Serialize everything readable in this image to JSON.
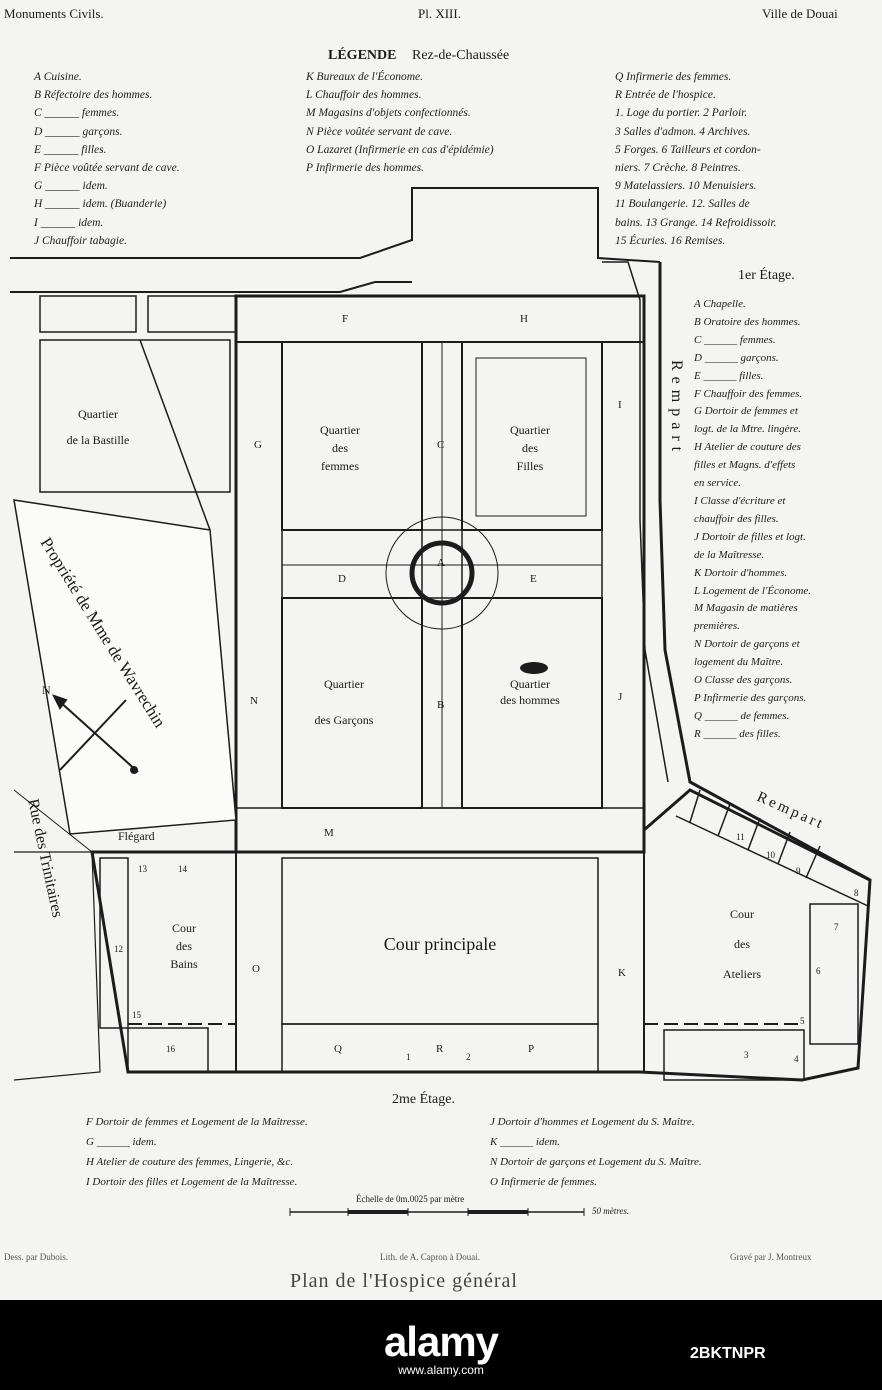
{
  "header": {
    "left": "Monuments Civils.",
    "center": "Pl. XIII.",
    "right": "Ville de Douai"
  },
  "legend": {
    "title": "LÉGENDE",
    "subtitle": "Rez-de-Chaussée",
    "col1": [
      "A  Cuisine.",
      "B  Réfectoire des hommes.",
      "C  ______ femmes.",
      "D  ______ garçons.",
      "E  ______ filles.",
      "F  Pièce voûtée servant de cave.",
      "G  ______ idem.",
      "H  ______ idem. (Buanderie)",
      "I  ______ idem.",
      "J  Chauffoir tabagie."
    ],
    "col2": [
      "K  Bureaux de l'Économe.",
      "L  Chauffoir des hommes.",
      "M  Magasins d'objets confectionnés.",
      "N  Pièce voûtée servant de cave.",
      "O  Lazaret (Infirmerie en cas d'épidémie)",
      "P  Infirmerie des hommes."
    ],
    "col3": [
      "Q  Infirmerie des femmes.",
      "R  Entrée de l'hospice.",
      "1. Loge du portier. 2 Parloir.",
      "3 Salles d'admon. 4 Archives.",
      "5 Forges. 6 Tailleurs et cordon-",
      "niers. 7 Crèche. 8 Peintres.",
      "9 Matelassiers. 10 Menuisiers.",
      "11 Boulangerie. 12. Salles de",
      "bains. 13 Grange. 14 Refroidissoir.",
      "15 Écuries. 16 Remises."
    ]
  },
  "first_floor": {
    "title": "1er Étage.",
    "items": [
      "A  Chapelle.",
      "B  Oratoire des hommes.",
      "C  ______ femmes.",
      "D  ______ garçons.",
      "E  ______ filles.",
      "F  Chauffoir des femmes.",
      "G  Dortoir de femmes et",
      "    logt. de la Mtre. lingère.",
      "H  Atelier de couture des",
      "    filles et Magns. d'effets",
      "    en service.",
      "I  Classe d'écriture et",
      "    chauffoir des filles.",
      "J  Dortoir de filles et logt.",
      "    de la Maîtresse.",
      "K  Dortoir d'hommes.",
      "L  Logement de l'Économe.",
      "M  Magasin de matières",
      "    premières.",
      "N  Dortoir de garçons et",
      "    logement du Maître.",
      "O  Classe des garçons.",
      "P  Infirmerie des garçons.",
      "Q  ______ de femmes.",
      "R  ______ des filles."
    ]
  },
  "second_floor": {
    "title": "2me Étage.",
    "left": [
      "F  Dortoir de femmes et Logement de la Maîtresse.",
      "G  ______ idem.",
      "H  Atelier de couture des femmes, Lingerie, &c.",
      "I  Dortoir des filles et Logement de la Maîtresse."
    ],
    "right": [
      "J  Dortoir d'hommes et Logement du S. Maître.",
      "K  ______ idem.",
      "N  Dortoir de garçons et Logement du S. Maître.",
      "O  Infirmerie de femmes."
    ]
  },
  "map_labels": {
    "quartier_femmes": [
      "Quartier",
      "des",
      "femmes"
    ],
    "quartier_filles": [
      "Quartier",
      "des",
      "Filles"
    ],
    "quartier_garcons": [
      "Quartier",
      "des Garçons"
    ],
    "quartier_hommes": [
      "Quartier",
      "des hommes"
    ],
    "quartier_bastille": [
      "Quartier",
      "de la Bastille"
    ],
    "propriete": "Propriété de Mme de Wavrechin",
    "rue": "Rue des Trinitaires",
    "flegard": "Flégard",
    "cour_principale": "Cour principale",
    "cour_bains": [
      "Cour",
      "des",
      "Bains"
    ],
    "cour_ateliers": [
      "Cour",
      "des",
      "Ateliers"
    ],
    "rempart_v": "Rempart",
    "rempart_d": "Rempart",
    "room_letters": [
      "A",
      "B",
      "C",
      "D",
      "E",
      "F",
      "G",
      "H",
      "I",
      "J",
      "K",
      "M",
      "N",
      "O",
      "P",
      "Q",
      "R"
    ],
    "room_numbers": [
      "1",
      "2",
      "3",
      "4",
      "5",
      "6",
      "7",
      "8",
      "9",
      "10",
      "11",
      "12",
      "13",
      "14",
      "15",
      "16"
    ]
  },
  "scale_caption": "Échelle de 0m.0025 par mètre",
  "scale_unit": "50 mètres.",
  "credits": {
    "left": "Dess. par Dubois.",
    "center": "Lith. de A. Capron à Douai.",
    "right": "Gravé par J. Montreux"
  },
  "plan_title": "Plan de l'Hospice général",
  "watermark": {
    "brand": "alamy",
    "url": "www.alamy.com",
    "id": "2BKTNPR"
  },
  "colors": {
    "paper": "#f4f4f2",
    "ink": "#1c1c1c",
    "footer_bg": "#000000",
    "footer_text": "#ffffff"
  }
}
